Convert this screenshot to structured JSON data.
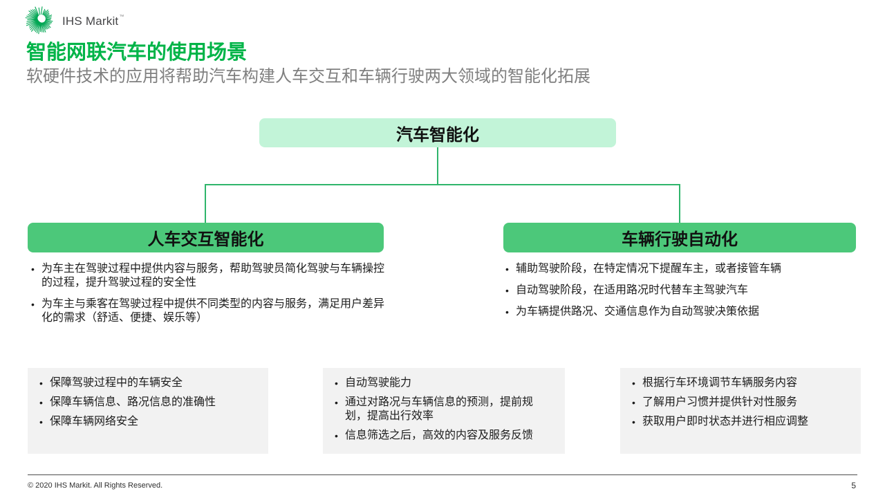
{
  "brand": {
    "logo_text": "IHS Markit",
    "trademark": "™"
  },
  "header": {
    "title": "智能网联汽车的使用场景",
    "subtitle": "软硬件技术的应用将帮助汽车构建人车交互和车辆行驶两大领域的智能化拓展"
  },
  "diagram": {
    "root": {
      "label": "汽车智能化"
    },
    "branches": [
      {
        "label": "人车交互智能化",
        "bullets": [
          "为车主在驾驶过程中提供内容与服务，帮助驾驶员简化驾驶与车辆操控的过程，提升驾驶过程的安全性",
          "为车主与乘客在驾驶过程中提供不同类型的内容与服务，满足用户差异化的需求（舒适、便捷、娱乐等）"
        ]
      },
      {
        "label": "车辆行驶自动化",
        "bullets": [
          "辅助驾驶阶段，在特定情况下提醒车主，或者接管车辆",
          "自动驾驶阶段，在适用路况时代替车主驾驶汽车",
          "为车辆提供路况、交通信息作为自动驾驶决策依据"
        ]
      }
    ]
  },
  "bottom_boxes": [
    {
      "bullets": [
        "保障驾驶过程中的车辆安全",
        "保障车辆信息、路况信息的准确性",
        "保障车辆网络安全"
      ]
    },
    {
      "bullets": [
        "自动驾驶能力",
        "通过对路况与车辆信息的预测，提前规划，提高出行效率",
        "信息筛选之后，高效的内容及服务反馈"
      ]
    },
    {
      "bullets": [
        "根据行车环境调节车辆服务内容",
        "了解用户习惯并提供针对性服务",
        "获取用户即时状态并进行相应调整"
      ]
    }
  ],
  "footer": {
    "copyright": "© 2020 IHS Markit. All Rights Reserved.",
    "page_number": "5"
  },
  "colors": {
    "brand_green": "#00b448",
    "logo_green": "#00a653",
    "root_box_fill": "#c2f4d8",
    "branch_box_fill": "#4cc87a",
    "connector_green": "#2fb56b",
    "panel_gray": "#f2f2f2"
  }
}
